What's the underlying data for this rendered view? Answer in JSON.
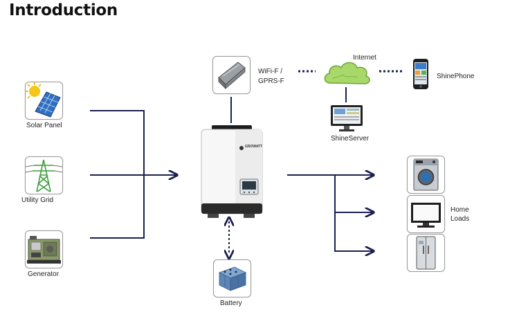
{
  "title": "Introduction",
  "sources": {
    "solar": "Solar Panel",
    "grid": "Utility Grid",
    "generator": "Generator"
  },
  "comms": {
    "module_line1": "WiFi-F /",
    "module_line2": "GPRS-F",
    "internet": "Internet",
    "phone": "ShinePhone",
    "server": "ShineServer"
  },
  "inverter": {
    "brand": "GROWATT"
  },
  "battery": "Battery",
  "loads": {
    "line1": "Home",
    "line2": "Loads"
  },
  "icons": [
    "solar-panel-icon",
    "transmission-tower-icon",
    "generator-icon",
    "wifi-dongle-icon",
    "cloud-icon",
    "server-monitor-icon",
    "smartphone-icon",
    "inverter-icon",
    "battery-icon",
    "washing-machine-icon",
    "television-icon",
    "refrigerator-icon"
  ],
  "colors": {
    "line": "#1a1f4e",
    "cloud": "#8cc63f",
    "title": "#111111"
  }
}
